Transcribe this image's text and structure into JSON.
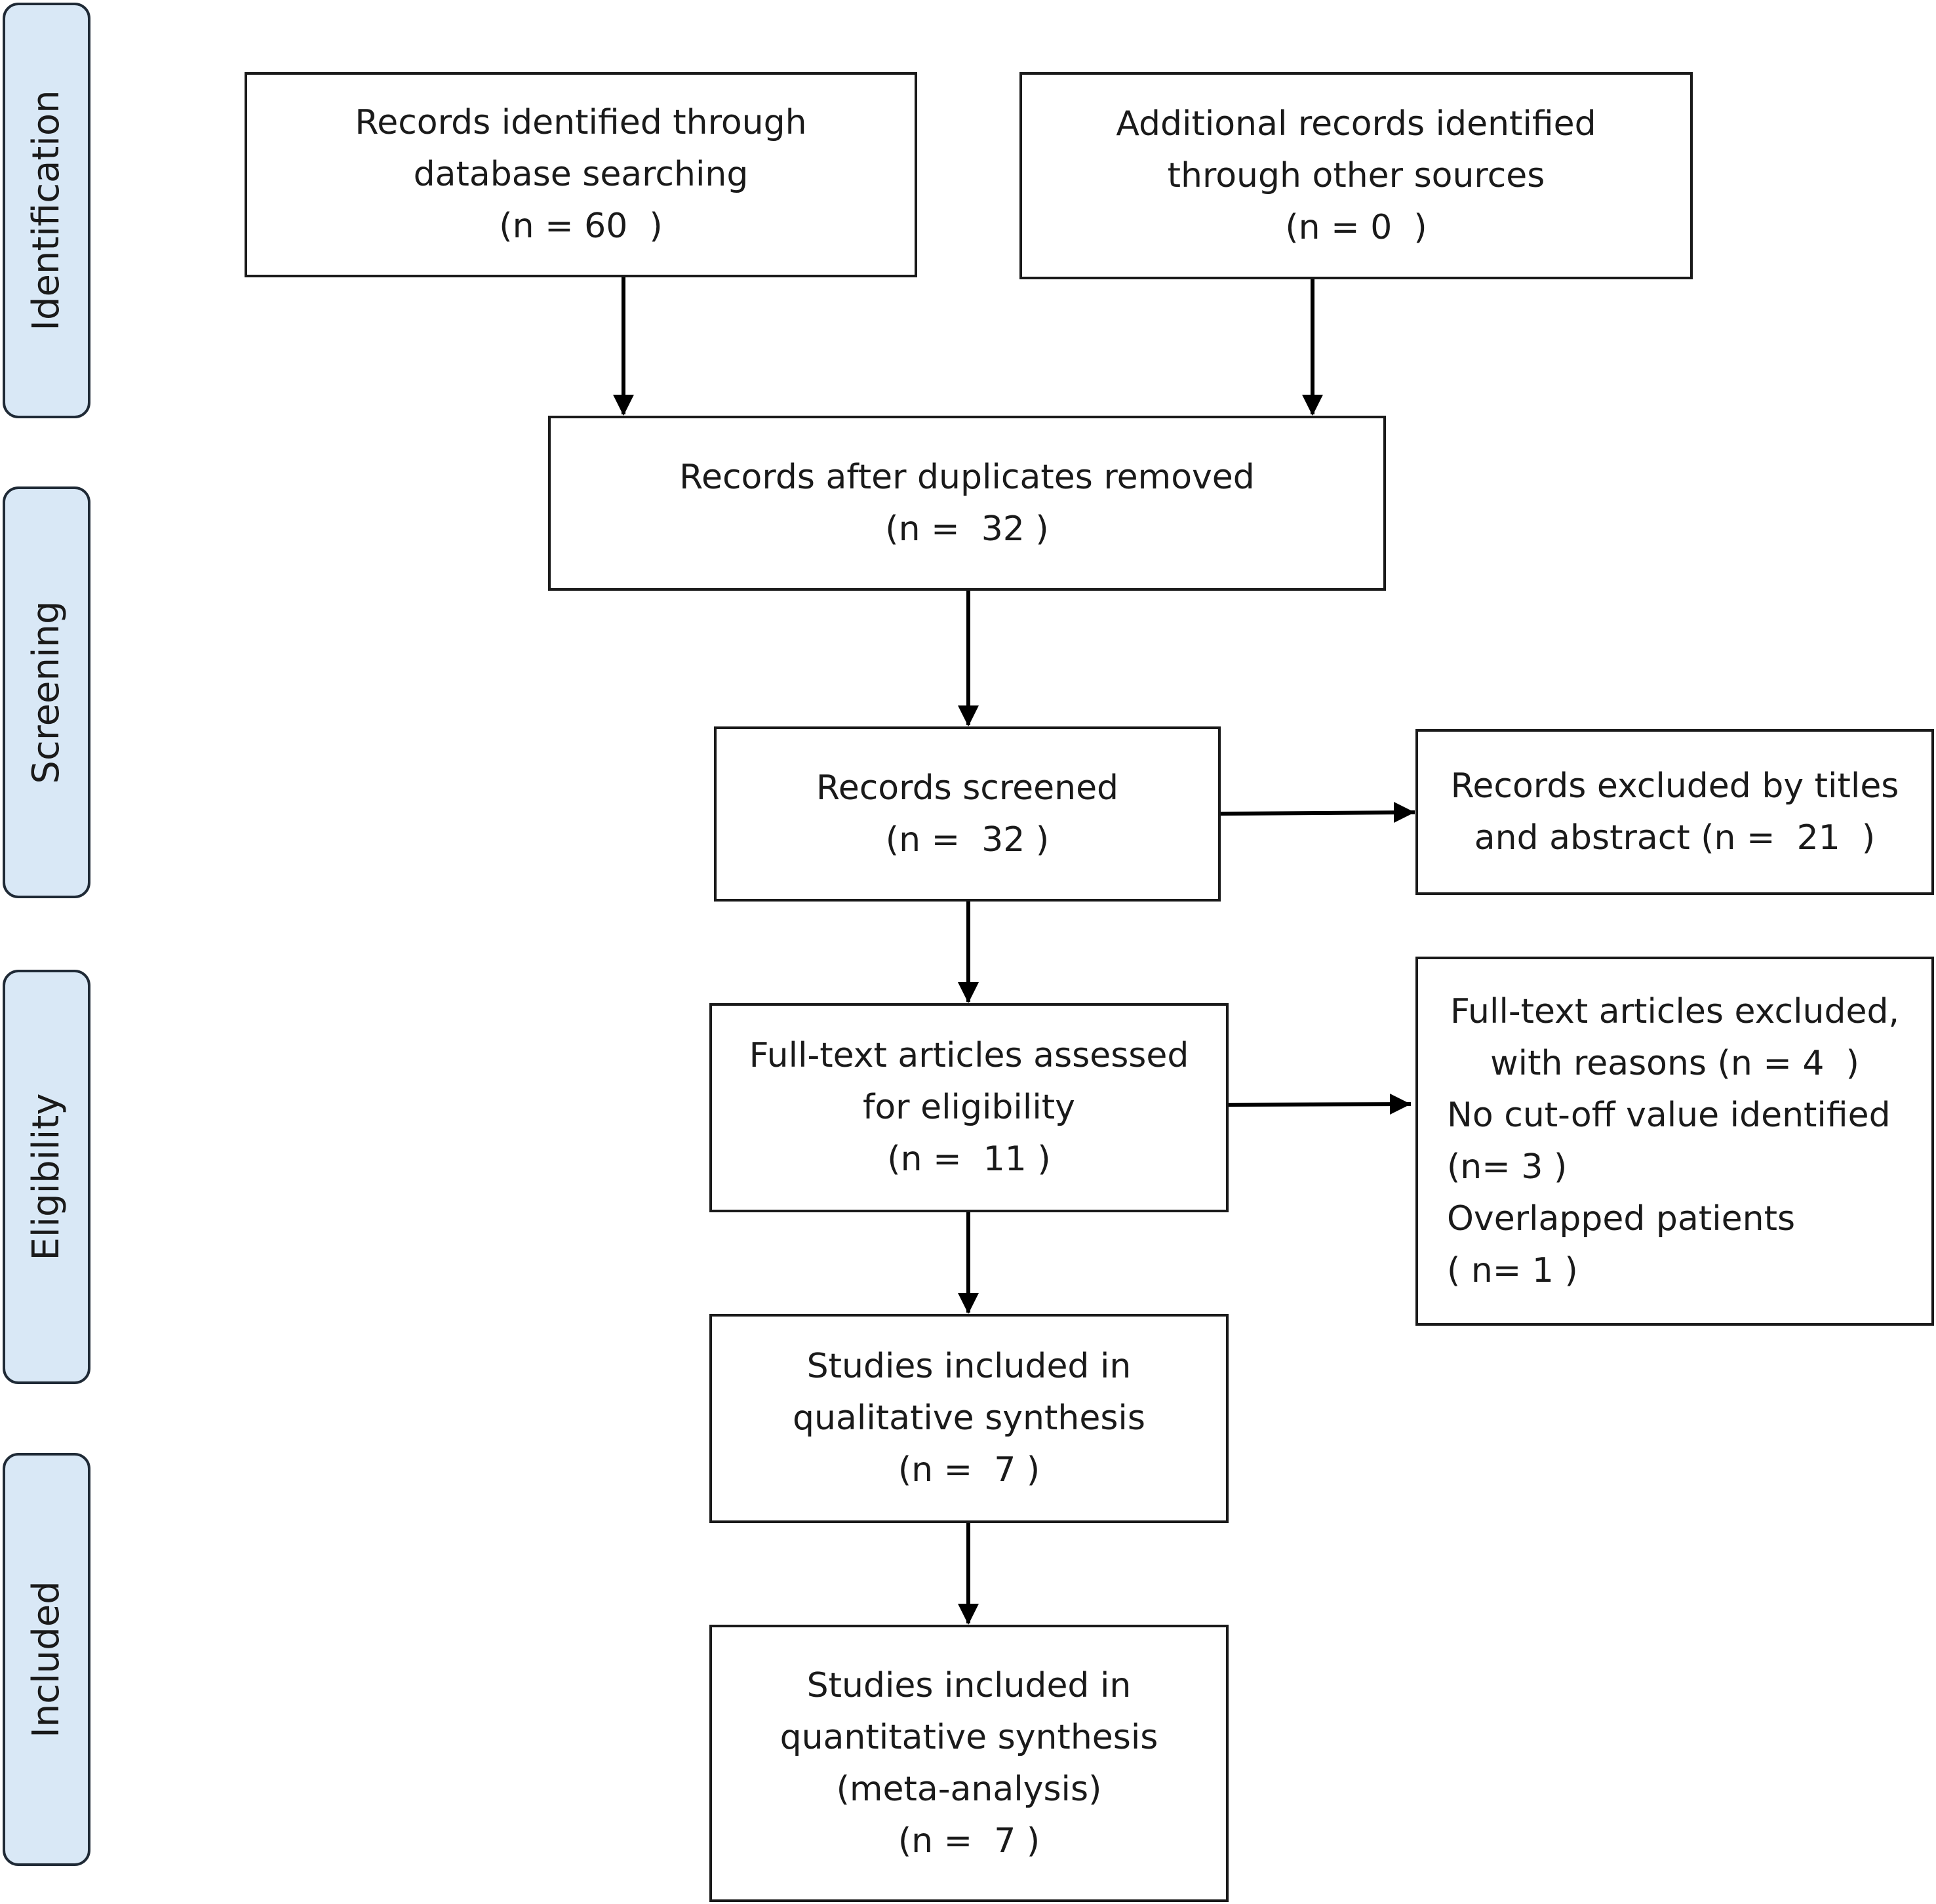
{
  "stages": [
    "Identification",
    "Screening",
    "Eligibility",
    "Included"
  ],
  "boxes": {
    "database": [
      "Records identified through",
      "database searching",
      "(n = 60  )"
    ],
    "other_sources": [
      "Additional records identified",
      "through other sources",
      "(n = 0  )"
    ],
    "duplicates_removed": [
      "Records after duplicates removed",
      "(n =  32 )"
    ],
    "screened": [
      "Records screened",
      "(n =  32 )"
    ],
    "excluded_titles": [
      "Records excluded by titles",
      "and abstract (n =  21  )"
    ],
    "fulltext_assessed": [
      "Full-text articles assessed",
      "for eligibility",
      "(n =  11 )"
    ],
    "fulltext_excluded": [
      "Full-text articles excluded,",
      "with reasons (n = 4  )",
      "No cut-off value identified",
      "(n= 3 )",
      "Overlapped patients",
      "( n= 1 )"
    ],
    "qualitative": [
      "Studies included in",
      "qualitative synthesis",
      "(n =  7 )"
    ],
    "quantitative": [
      "Studies included in",
      "quantitative synthesis",
      "(meta-analysis)",
      "(n =  7 )"
    ]
  }
}
